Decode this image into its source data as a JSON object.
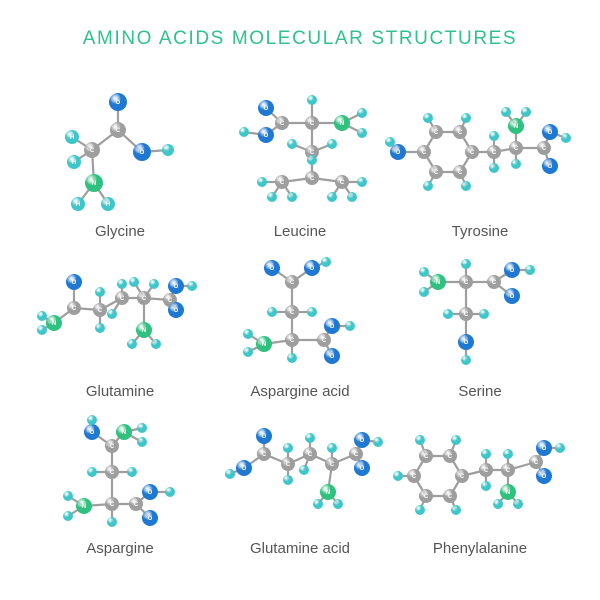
{
  "title": "AMINO ACIDS MOLECULAR STRUCTURES",
  "colors": {
    "title": "#2fc28c",
    "carbon": "#9e9e9e",
    "hydrogen": "#3ec6c9",
    "oxygen": "#1f78d1",
    "nitrogen": "#2ec27e",
    "bond": "#9e9e9e",
    "label": "#555555"
  },
  "atom_letters": {
    "C": "C",
    "H": "H",
    "O": "O",
    "N": "N"
  },
  "molecules": [
    {
      "name": "Glycine"
    },
    {
      "name": "Leucine"
    },
    {
      "name": "Tyrosine"
    },
    {
      "name": "Glutamine"
    },
    {
      "name": "Aspargine acid"
    },
    {
      "name": "Serine"
    },
    {
      "name": "Aspargine"
    },
    {
      "name": "Glutamine acid"
    },
    {
      "name": "Phenylalanine"
    }
  ]
}
